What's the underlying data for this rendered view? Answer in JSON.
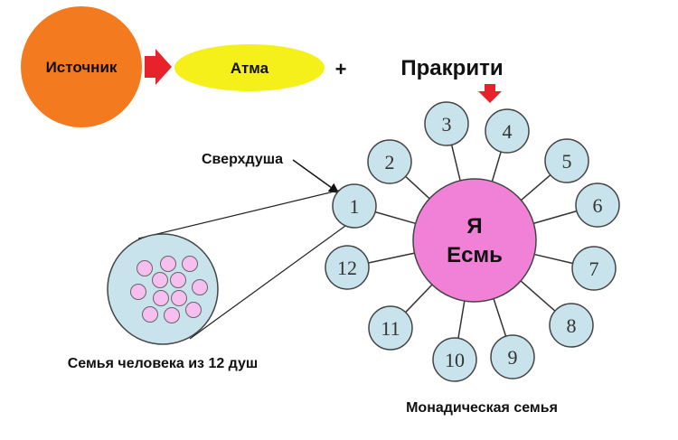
{
  "top_row": {
    "source_label": "Источник",
    "atma_label": "Атма",
    "plus_sign": "+",
    "prakriti_label": "Пракрити"
  },
  "labels": {
    "oversoul": "Сверхдуша",
    "human_family": "Семья человека из 12 душ",
    "monadic_family": "Монадическая семья"
  },
  "center": {
    "line1": "Я",
    "line2": "Есмь"
  },
  "soul_numbers": [
    "1",
    "2",
    "3",
    "4",
    "5",
    "6",
    "7",
    "8",
    "9",
    "10",
    "11",
    "12"
  ],
  "colors": {
    "source_fill": "#f47a1f",
    "atma_fill": "#f5f01a",
    "arrow_red": "#e8222a",
    "center_fill": "#f081d6",
    "soul_fill": "#c9e3ec",
    "cluster_fill": "#f7bff0"
  }
}
